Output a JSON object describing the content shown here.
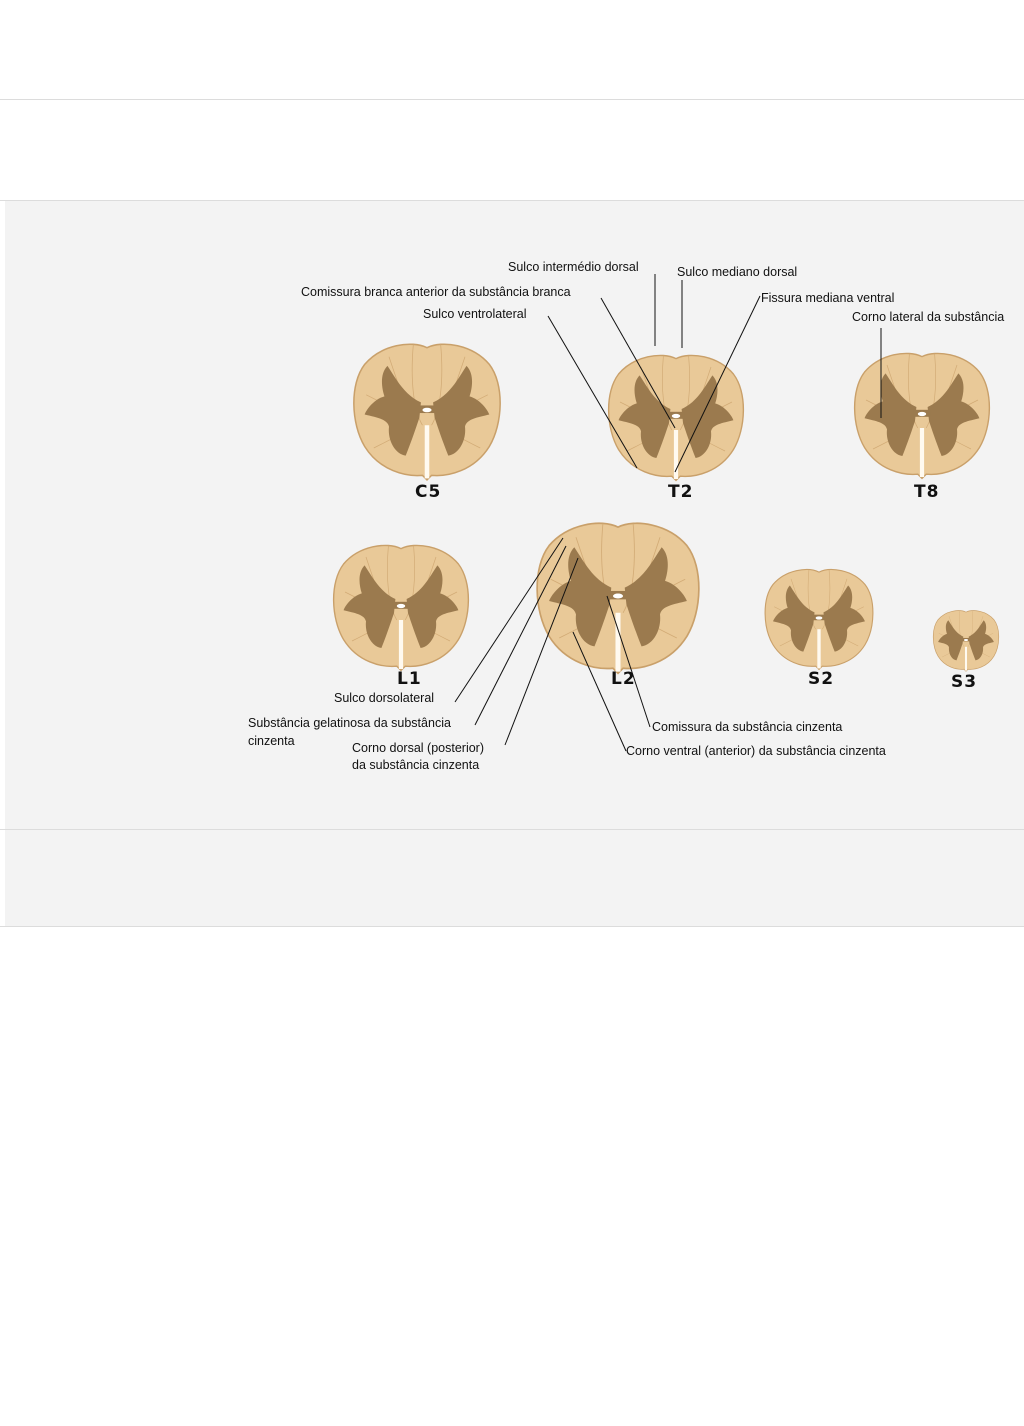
{
  "figure": {
    "labels": {
      "sulco_intermedio_dorsal": "Sulco intermédio dorsal",
      "sulco_mediano_dorsal": "Sulco mediano dorsal",
      "comissura_branca": "Comissura branca anterior da substância branca",
      "fissura_mediana_ventral": "Fissura mediana ventral",
      "sulco_ventrolateral": "Sulco ventrolateral",
      "corno_lateral": "Corno lateral da substância",
      "sulco_dorsolateral": "Sulco dorsolateral",
      "substancia_gelatinosa_1": "Substância gelatinosa da substância",
      "substancia_gelatinosa_2": "cinzenta",
      "corno_dorsal_1": "Corno dorsal (posterior)",
      "corno_dorsal_2": "da substância cinzenta",
      "comissura_cinzenta": "Comissura da substância cinzenta",
      "corno_ventral": "Corno ventral (anterior) da substância cinzenta"
    },
    "segments": [
      "C5",
      "T2",
      "T8",
      "L1",
      "L2",
      "S2",
      "S3"
    ],
    "colors": {
      "white_matter": "#e9c998",
      "gray_matter": "#9b7a4e",
      "outline": "#caa26c"
    }
  }
}
